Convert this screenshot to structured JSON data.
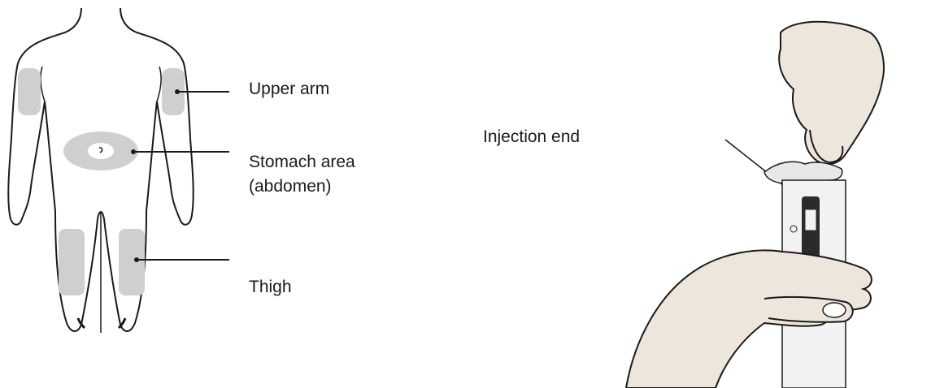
{
  "labels": {
    "upper_arm": "Upper arm",
    "stomach_line1": "Stomach area",
    "stomach_line2": "(abdomen)",
    "thigh": "Thigh",
    "injection_end": "Injection end"
  },
  "colors": {
    "outline": "#1a1a1a",
    "injection_site": "#cfcfcf",
    "skin": "#ede6dc",
    "pen_body": "#f2f2f2",
    "pen_window": "#2b2b2b"
  }
}
